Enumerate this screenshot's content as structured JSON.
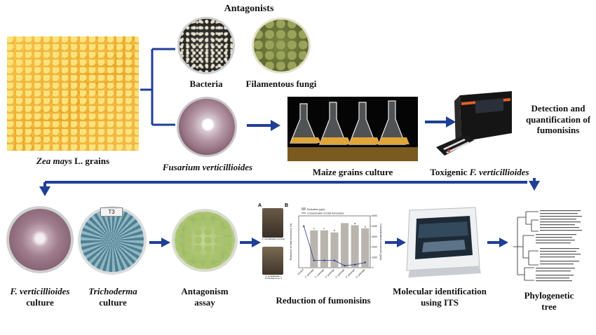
{
  "title": "Antagonists",
  "labels": {
    "zea_mays": {
      "italic": "Zea mays",
      "rest": " L. grains"
    },
    "bacteria": "Bacteria",
    "filamentous_fungi": "Filamentous fungi",
    "fusarium": "Fusarium verticillioides",
    "maize_culture": "Maize grains culture",
    "toxigenic": {
      "rest": "Toxigenic ",
      "italic": "F. verticillioides"
    },
    "detection_line1": "Detection and",
    "detection_line2": "quantification of",
    "detection_line3": "fumonisins",
    "fv_culture_italic": "F. verticillioides",
    "fv_culture_line2": "culture",
    "trichoderma_italic": "Trichoderma",
    "trichoderma_line2": "culture",
    "antagonism_line1": "Antagonism",
    "antagonism_line2": "assay",
    "reduction": "Reduction of fumonisins",
    "molecular_line1": "Molecular identification",
    "molecular_line2": "using ITS",
    "phylo_line1": "Phylogenetic",
    "phylo_line2": "tree",
    "petri_tag": "T3",
    "panel_a": "A",
    "panel_b": "B",
    "photo_caption_1": "F. verticillioides (control)",
    "photo_caption_2": "F. verticillioides + Trichoderma sp. 3"
  },
  "colors": {
    "arrow": "#1f3f97",
    "bracket": "#1f3f97",
    "bar": "#b9b4ae",
    "line": "#2b3a8f"
  },
  "chart_data": {
    "type": "bar",
    "title": "",
    "legend": [
      "Reduction (ppb)",
      "Concentration of total fumonisins"
    ],
    "categories": [
      "Control",
      "1° passage",
      "2° passage",
      "3° passage",
      "4° passage",
      "5° passage",
      "6° passage"
    ],
    "series": [
      {
        "name": "Reduction (ppb)",
        "values": [
          0,
          3600,
          3600,
          3400,
          4300,
          4100,
          3800
        ]
      },
      {
        "name": "Concentration of total fumonisins",
        "values": [
          4000,
          700,
          700,
          700,
          200,
          300,
          500
        ]
      }
    ],
    "bar_letters": [
      "",
      "c",
      "c",
      "b",
      "",
      "a",
      "a"
    ],
    "ylabel": "Reduction of total fumonisins (%)",
    "y2label": "Concentrations fumonisins (ppb)",
    "ylim": [
      0,
      5000
    ],
    "y2_ticks": [
      "0",
      "1000",
      "2000",
      "3000",
      "4000",
      "5000"
    ]
  }
}
